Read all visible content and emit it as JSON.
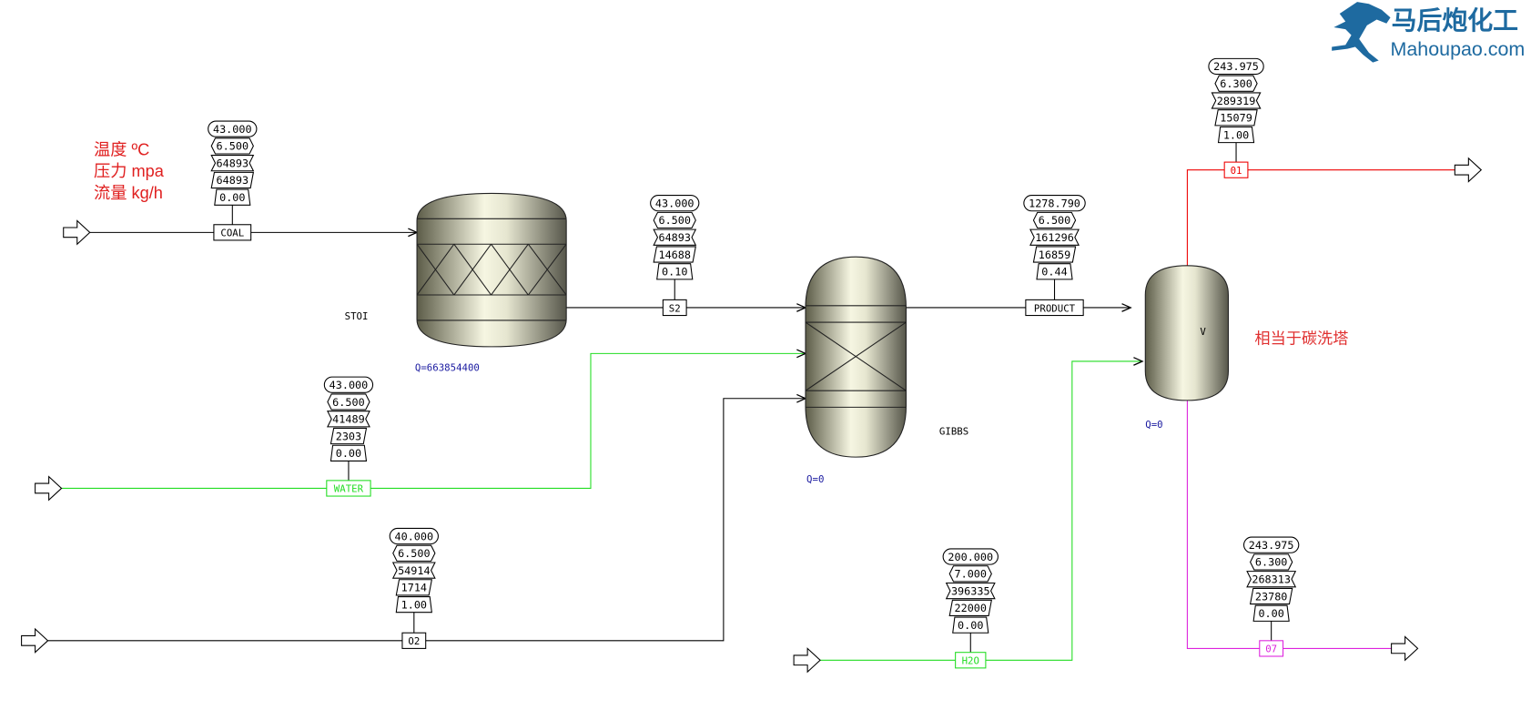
{
  "legend": {
    "lines": [
      "温度 ºC",
      "压力 mpa",
      "流量 kg/h"
    ],
    "color": "#e02020"
  },
  "logo": {
    "cn": "马后炮化工",
    "en": "Mahoupao.com",
    "color": "#1e6aa0"
  },
  "note": {
    "text": "相当于碳洗塔",
    "color": "#e03030"
  },
  "blocks": [
    {
      "id": "STOI",
      "name": "STOI",
      "duty": "Q=663854400"
    },
    {
      "id": "GIBBS",
      "name": "GIBBS",
      "duty": "Q=0"
    },
    {
      "id": "V",
      "name": "V",
      "duty": "Q=0"
    }
  ],
  "streams": [
    {
      "id": "COAL",
      "label": "COAL",
      "color": "#000000",
      "values": [
        "43.000",
        "6.500",
        "64893",
        "64893",
        "0.00"
      ]
    },
    {
      "id": "S2",
      "label": "S2",
      "color": "#000000",
      "values": [
        "43.000",
        "6.500",
        "64893",
        "14688",
        "0.10"
      ]
    },
    {
      "id": "WATER",
      "label": "WATER",
      "color": "#22dd22",
      "values": [
        "43.000",
        "6.500",
        "41489",
        "2303",
        "0.00"
      ]
    },
    {
      "id": "O2",
      "label": "O2",
      "color": "#000000",
      "values": [
        "40.000",
        "6.500",
        "54914",
        "1714",
        "1.00"
      ]
    },
    {
      "id": "PRODUCT",
      "label": "PRODUCT",
      "color": "#000000",
      "values": [
        "1278.790",
        "6.500",
        "161296",
        "16859",
        "0.44"
      ]
    },
    {
      "id": "H2O",
      "label": "H2O",
      "color": "#22dd22",
      "values": [
        "200.000",
        "7.000",
        "396335",
        "22000",
        "0.00"
      ]
    },
    {
      "id": "01",
      "label": "01",
      "color": "#ee0000",
      "values": [
        "243.975",
        "6.300",
        "289319",
        "15079",
        "1.00"
      ]
    },
    {
      "id": "07",
      "label": "07",
      "color": "#dd22dd",
      "values": [
        "243.975",
        "6.300",
        "268313",
        "23780",
        "0.00"
      ]
    }
  ]
}
